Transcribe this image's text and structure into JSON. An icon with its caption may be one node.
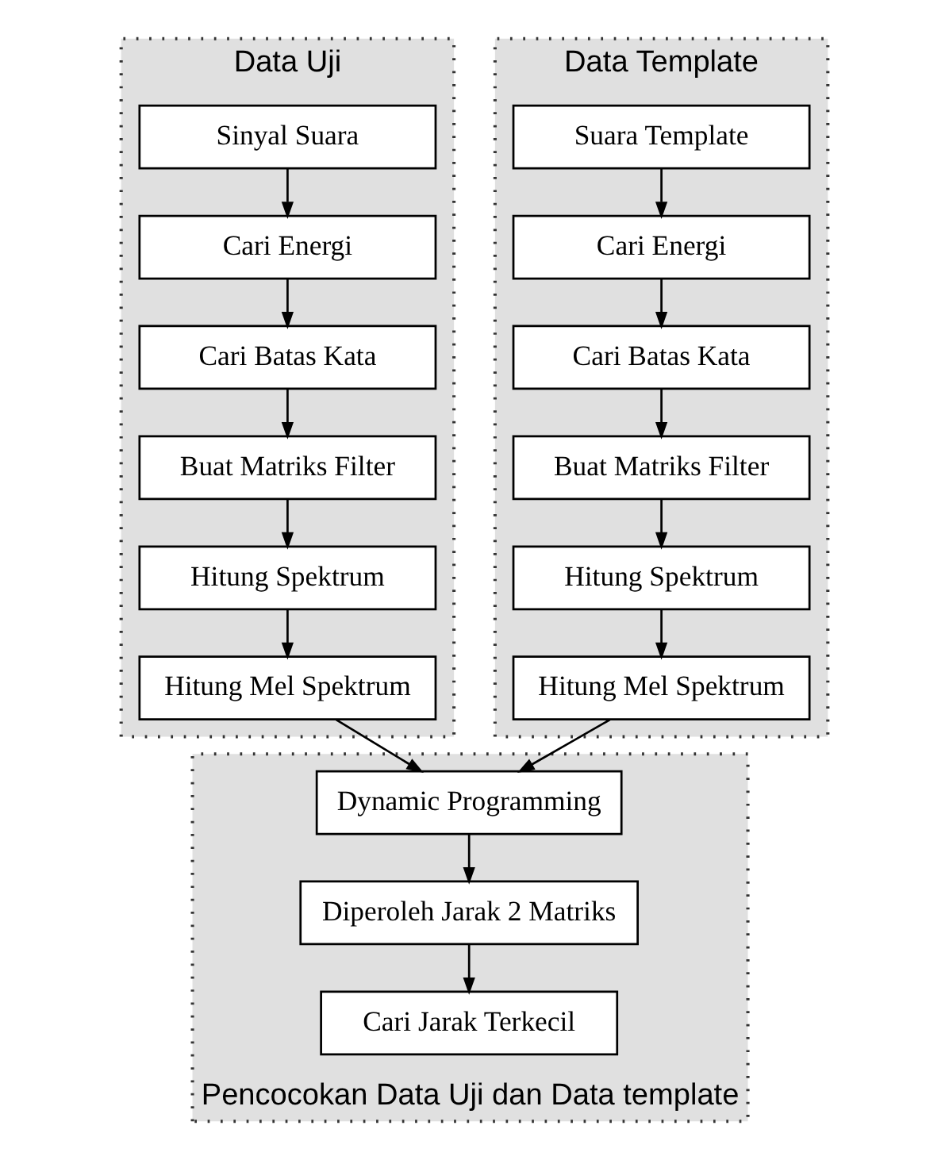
{
  "diagram": {
    "nodes": [
      {
        "text": [
          "Data Uji"
        ]
      },
      {
        "text": [
          "Sinyal Suara"
        ],
        "in": 0
      },
      {
        "text": [
          "Cari Energi"
        ],
        "in": 0
      },
      {
        "text": [
          "Cari Batas Kata"
        ],
        "in": 0
      },
      {
        "text": [
          "Buat Matriks Filter"
        ],
        "in": 0
      },
      {
        "text": [
          "Hitung Spektrum"
        ],
        "in": 0
      },
      {
        "text": [
          "Hitung Mel Spektrum"
        ],
        "in": 0
      },
      {
        "text": [
          "Data Template"
        ]
      },
      {
        "text": [
          "Suara Template"
        ],
        "in": 7
      },
      {
        "text": [
          "Cari Energi"
        ],
        "in": 7
      },
      {
        "text": [
          "Cari Batas Kata"
        ],
        "in": 7
      },
      {
        "text": [
          "Buat Matriks Filter"
        ],
        "in": 7
      },
      {
        "text": [
          "Hitung Spektrum"
        ],
        "in": 7
      },
      {
        "text": [
          "Hitung Mel Spektrum"
        ],
        "in": 7
      },
      {
        "text": [
          "Pencocokan Data Uji dan Data template"
        ]
      },
      {
        "text": [
          "Dynamic Programming"
        ],
        "in": 14
      },
      {
        "text": [
          "Diperoleh Jarak 2 Matriks"
        ],
        "in": 14
      },
      {
        "text": [
          "Cari Jarak Terkecil"
        ],
        "in": 14
      }
    ],
    "edges": [
      {
        "from": 1,
        "to": 2,
        "arrow": "to"
      },
      {
        "from": 2,
        "to": 3,
        "arrow": "to"
      },
      {
        "from": 3,
        "to": 4,
        "arrow": "to"
      },
      {
        "from": 4,
        "to": 5,
        "arrow": "to"
      },
      {
        "from": 5,
        "to": 6,
        "arrow": "to"
      },
      {
        "from": 8,
        "to": 9,
        "arrow": "to"
      },
      {
        "from": 9,
        "to": 10,
        "arrow": "to"
      },
      {
        "from": 10,
        "to": 11,
        "arrow": "to"
      },
      {
        "from": 11,
        "to": 12,
        "arrow": "to"
      },
      {
        "from": 12,
        "to": 13,
        "arrow": "to"
      },
      {
        "from": 6,
        "to": 15,
        "arrow": "to"
      },
      {
        "from": 13,
        "to": 15,
        "arrow": "to"
      },
      {
        "from": 15,
        "to": 16,
        "arrow": "to"
      },
      {
        "from": 16,
        "to": 17,
        "arrow": "to"
      }
    ]
  }
}
